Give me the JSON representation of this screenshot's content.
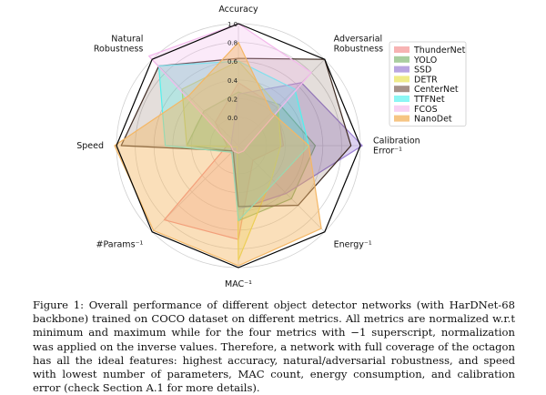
{
  "chart_data": {
    "type": "radar",
    "axes": [
      "Accuracy",
      "Adversarial\nRobustness",
      "Calibration\nError⁻¹",
      "Energy⁻¹",
      "MAC⁻¹",
      "#Params⁻¹",
      "Speed",
      "Natural\nRobustness"
    ],
    "r_ticks": [
      0.0,
      0.2,
      0.4,
      0.6,
      0.8,
      1.0
    ],
    "r_range": [
      -0.3,
      1.0
    ],
    "grid": true,
    "legend_position": "top-right",
    "series": [
      {
        "name": "ThunderNet",
        "color": "#f28b8b",
        "fill_opacity": 0.3,
        "values": [
          0.37,
          0.28,
          0.18,
          -0.08,
          0.7,
          0.82,
          -0.18,
          0.05
        ]
      },
      {
        "name": "YOLO",
        "color": "#7bb36b",
        "fill_opacity": 0.3,
        "values": [
          0.27,
          0.32,
          0.52,
          0.5,
          0.5,
          -0.22,
          0.25,
          0.22
        ]
      },
      {
        "name": "SSD",
        "color": "#9b7fd4",
        "fill_opacity": 0.35,
        "values": [
          0.25,
          0.65,
          1.02,
          0.42,
          0.38,
          -0.2,
          -0.22,
          -0.2
        ]
      },
      {
        "name": "DETR",
        "color": "#e6e04a",
        "fill_opacity": 0.3,
        "values": [
          0.6,
          0.3,
          0.15,
          0.2,
          0.92,
          -0.28,
          0.25,
          0.55
        ]
      },
      {
        "name": "CenterNet",
        "color": "#6b4a3a",
        "fill_opacity": 0.18,
        "values": [
          0.63,
          1.0,
          0.9,
          0.6,
          0.35,
          -0.22,
          0.95,
          0.9
        ]
      },
      {
        "name": "TTFNet",
        "color": "#4ff2ee",
        "fill_opacity": 0.3,
        "values": [
          0.6,
          0.55,
          0.45,
          0.25,
          0.5,
          -0.2,
          0.48,
          0.9
        ]
      },
      {
        "name": "FCOS",
        "color": "#f3b8ec",
        "fill_opacity": 0.3,
        "values": [
          1.0,
          0.8,
          -0.2,
          -0.22,
          -0.22,
          -0.22,
          -0.22,
          1.05
        ]
      },
      {
        "name": "NanoDet",
        "color": "#f4b765",
        "fill_opacity": 0.45,
        "values": [
          0.8,
          0.2,
          0.45,
          0.95,
          0.98,
          0.98,
          1.02,
          0.45
        ]
      }
    ]
  },
  "caption": "Figure 1: Overall performance of different object detector networks (with HarDNet-68 backbone) trained on COCO dataset on different metrics. All metrics are normalized w.r.t minimum and maximum while for the four metrics with −1 superscript, normalization was applied on the inverse values. Therefore, a network with full coverage of the octagon has all the ideal features: highest accuracy, natural/adversarial robustness, and speed with lowest number of parameters, MAC count, energy consumption, and calibration error (check Section A.1 for more details)."
}
